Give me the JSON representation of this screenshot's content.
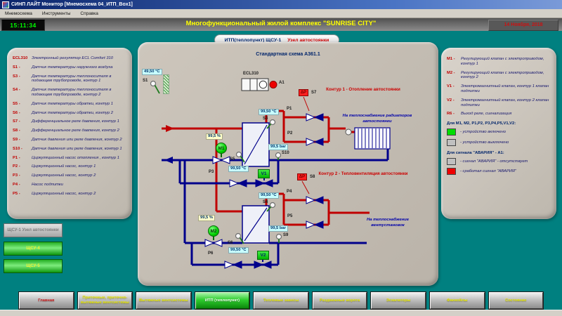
{
  "colors": {
    "background": "#008080",
    "device_on": "#00dd00",
    "device_off": "#c0c0c0",
    "alarm_on": "#ee0000",
    "alarm_off": "#c0c0c0",
    "pipe_supply": "#c00000",
    "pipe_return": "#00008b"
  },
  "window": {
    "title": "СИНП ЛАЙТ Монитор [Мнемосхема 04_ИТП_Box1]",
    "menu": [
      "Мнемосхема",
      "Инструменты",
      "Справка"
    ]
  },
  "header": {
    "time": "15:11:34",
    "title": "Многофункциональный жилой комплекс \"SUNRISE CITY\"",
    "date": "14 Ноября, 2018"
  },
  "tabs": {
    "left": "ИТП(теплопункт) ЩСУ-1",
    "right": "Узел автостоянки"
  },
  "left_panel": {
    "items": [
      {
        "key": "ECL310",
        "desc": "Электронный регулятор  ECL Comfort 310"
      },
      {
        "key": "S1 -",
        "desc": "Датчик температуры наружного воздуха"
      },
      {
        "key": "S3 -",
        "desc": "Датчик температуры теплоносителя в подающем трубопроводе, контур 1"
      },
      {
        "key": "S4 -",
        "desc": "Датчик температуры теплоносителя в подающем трубопроводе, контур 2"
      },
      {
        "key": "S5 -",
        "desc": "Датчик температуры обратки, контур 1"
      },
      {
        "key": "S6 -",
        "desc": "Датчик температуры обратки, контур 2"
      },
      {
        "key": "S7 -",
        "desc": "Дифференциальное реле давления, контур 1"
      },
      {
        "key": "S8 -",
        "desc": "Дифференциальное реле давления, контур 2"
      },
      {
        "key": "S9 -",
        "desc": "Датчик давления или реле давления, контур 2"
      },
      {
        "key": "S10 -",
        "desc": "Датчик давления или реле давления, контур 1"
      },
      {
        "key": "P1 -",
        "desc": "Циркуляционный насос отопления , контур 1"
      },
      {
        "key": "P2 -",
        "desc": "Циркуляционный насос, контур 1"
      },
      {
        "key": "P3 -",
        "desc": "Циркуляционный насос, контур 2"
      },
      {
        "key": "P4 -",
        "desc": "Насос подпитки"
      },
      {
        "key": "P5 -",
        "desc": "Циркуляционный насос, контур 2"
      }
    ]
  },
  "right_panel": {
    "items": [
      {
        "key": "M1 -",
        "desc": "Регулирующий клапан с электроприводом, контур 1"
      },
      {
        "key": "M2 -",
        "desc": "Регулирующий клапан с электроприводом, контур 2"
      },
      {
        "key": "V1 -",
        "desc": "Электромагнитный клапан, контур 1 клапан подпитки"
      },
      {
        "key": "V2 -",
        "desc": "Электромагнитный клапан, контур 2 клапан подпитки"
      },
      {
        "key": "R6 -",
        "desc": "Выход реле, сигнализация"
      }
    ],
    "legend_title1": "Для М1, М2, P1,P2, P3,P4,P5,V1,V2:",
    "legend1": [
      {
        "color": "#00dd00",
        "text": "- устройство включено"
      },
      {
        "color": "#c0c0c0",
        "text": "- устройство выключено"
      }
    ],
    "legend_title2": "Для сигнала \"АВАРИЯ\" - А1:",
    "legend2": [
      {
        "color": "#c0c0c0",
        "text": "- сигнал \"АВАРИЯ\" -  отсутствует"
      },
      {
        "color": "#ee0000",
        "text": "- сработал сигнал \"АВАРИЯ\""
      }
    ]
  },
  "schematic": {
    "title": "Стандартная схема А361.1",
    "controller": "ECL310",
    "alarm": "A1",
    "dp": "ΔP",
    "circuit1": "Контур 1 - Отопление автостоянки",
    "circuit2": "Контур 2 - Тепловентиляция автостоянки",
    "dest1": "На теплоснабжение радиаторов автостоянки",
    "dest2": "На теплоснабжение вентустановок",
    "s1": "S1",
    "s3": "S3",
    "s4": "S4",
    "s5": "S5",
    "s6": "S6",
    "s7": "S7",
    "s8": "S8",
    "s9": "S9",
    "s10": "S10",
    "p1": "P1",
    "p2": "P2",
    "p3": "P3",
    "p4": "P4",
    "p5": "P5",
    "p6": "P6",
    "m1": "M1",
    "m2": "M2",
    "v1": "V1",
    "v2": "V2",
    "r_s1": "49,50 °C",
    "r_s3": "99,50 °C",
    "r_s4": "99,50 °C",
    "r_s5": "99,50 °C",
    "r_s6": "99,50 °C",
    "r_s9": "99,5 bar",
    "r_s10": "99,5 bar",
    "r_m1": "99,5 %",
    "r_m2": "99,5 %"
  },
  "side_buttons": [
    {
      "label": "ЩСУ-1 Узел автостоянки",
      "active": true
    },
    {
      "label": "ЩСУ-4",
      "active": false
    },
    {
      "label": "ЩСУ-5",
      "active": false
    }
  ],
  "bottom_buttons": [
    {
      "label": "Главная",
      "active": false
    },
    {
      "label": "Приточные, приточно-вытяжные вентсистемы",
      "active": false
    },
    {
      "label": "Вытяжные вентсистемы",
      "active": false
    },
    {
      "label": "ИТП (теплопункт)",
      "active": true
    },
    {
      "label": "Тепловые завесы",
      "active": false
    },
    {
      "label": "Раздвижные ворота",
      "active": false
    },
    {
      "label": "Эскалаторы",
      "active": false
    },
    {
      "label": "Фанкойлы",
      "active": false
    },
    {
      "label": "Состояние",
      "active": false
    }
  ]
}
